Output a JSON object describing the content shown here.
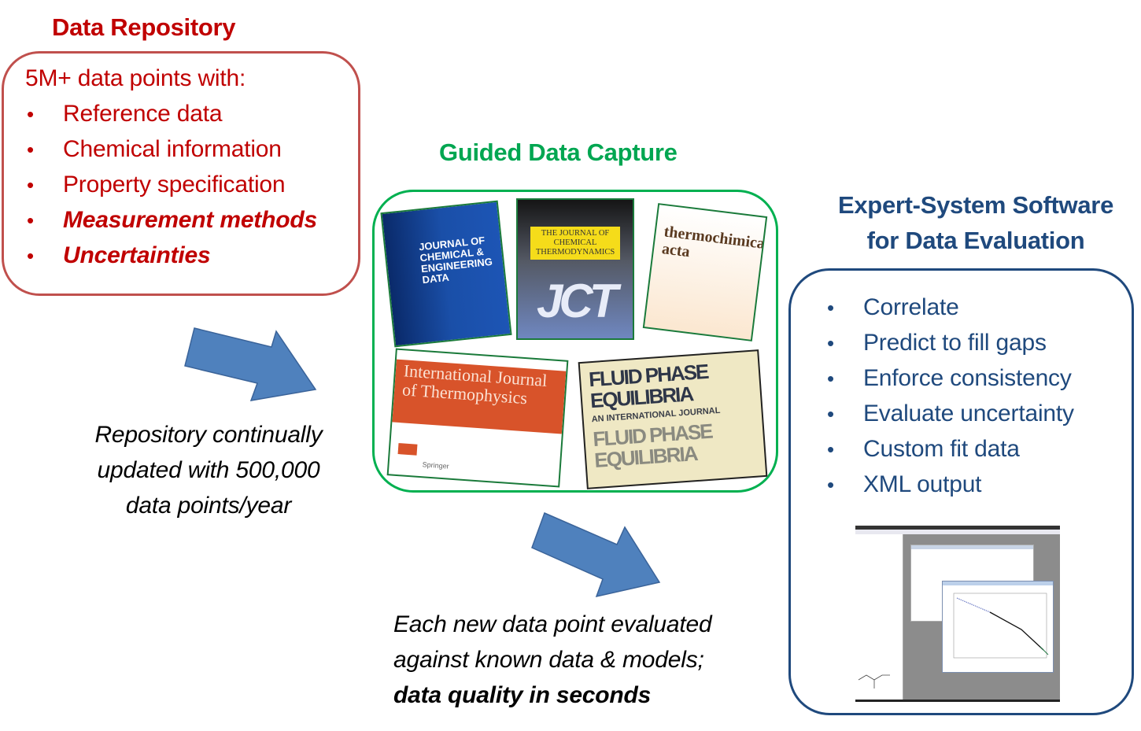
{
  "repository": {
    "title": "Data Repository",
    "intro": "5M+ data points with:",
    "items": [
      {
        "text": "Reference data",
        "emphasis": false
      },
      {
        "text": "Chemical information",
        "emphasis": false
      },
      {
        "text": "Property specification",
        "emphasis": false
      },
      {
        "text": "Measurement methods",
        "emphasis": true
      },
      {
        "text": "Uncertainties",
        "emphasis": true
      }
    ],
    "color": "#c00000"
  },
  "update_note": [
    "Repository continually",
    "updated with 500,000",
    "data points/year"
  ],
  "capture": {
    "title": "Guided Data Capture",
    "color": "#00b050",
    "journals": [
      "Journal of Chemical & Engineering Data",
      "The Journal of Chemical Thermodynamics",
      "JCT",
      "thermochimica acta",
      "International Journal of Thermophysics",
      "Springer",
      "Fluid Phase Equilibria",
      "An International Journal"
    ]
  },
  "evaluation_note": {
    "lines": [
      "Each new data point evaluated",
      "against known data & models;"
    ],
    "bold_line": "data quality in seconds"
  },
  "software": {
    "title_lines": [
      "Expert-System Software",
      "for Data Evaluation"
    ],
    "items": [
      "Correlate",
      "Predict to fill gaps",
      "Enforce consistency",
      "Evaluate uncertainty",
      "Custom fit data",
      "XML output"
    ],
    "color": "#1f497d"
  },
  "arrow_color": "#4f81bd"
}
